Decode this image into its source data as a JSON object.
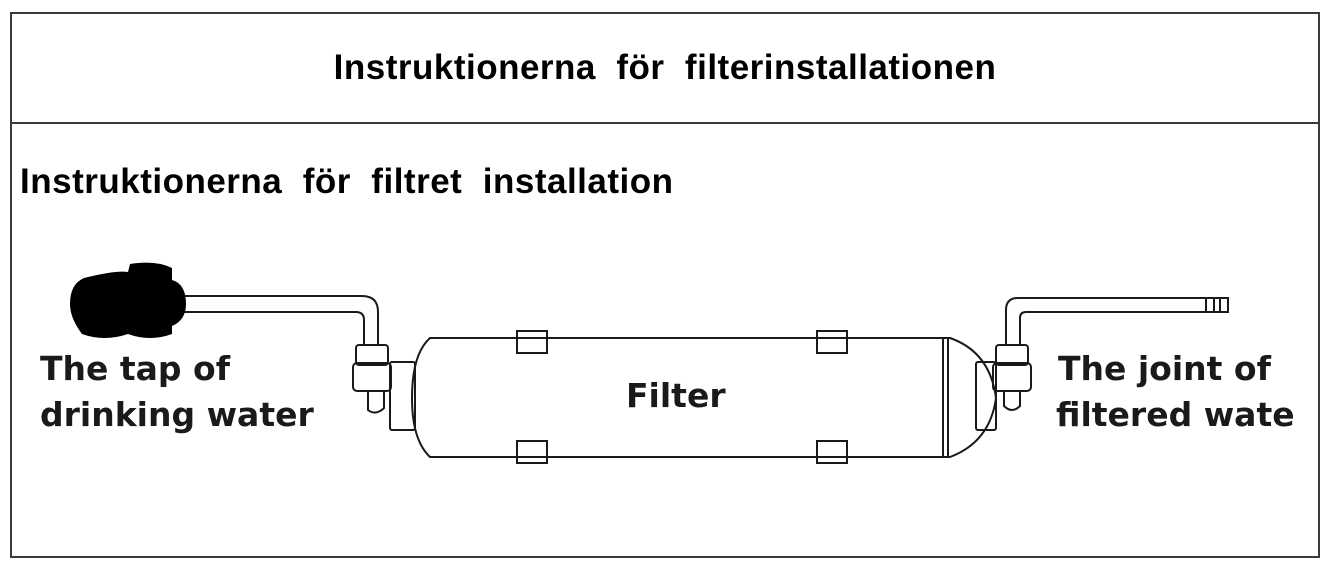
{
  "header": {
    "title": "Instruktionerna  för  filterinstallationen"
  },
  "diagram": {
    "subtitle": "Instruktionerna  för  filtret  installation",
    "labels": {
      "tap_line1": "The tap of",
      "tap_line2": "drinking water",
      "filter": "Filter",
      "joint_line1": "The joint of",
      "joint_line2": "filtered wate"
    },
    "colors": {
      "line": "#1a1a1a",
      "tap": "#000000",
      "border": "#3a3a3a"
    }
  }
}
